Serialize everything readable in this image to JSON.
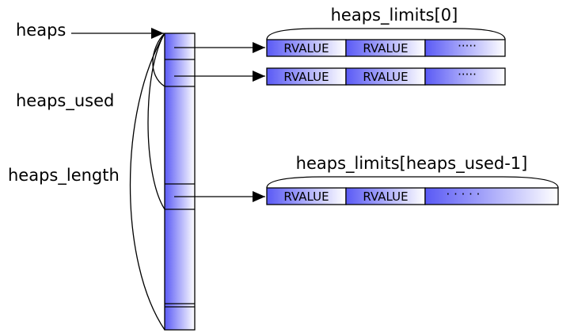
{
  "labels": {
    "heaps": "heaps",
    "heaps_used": "heaps_used",
    "heaps_length": "heaps_length"
  },
  "rows": [
    {
      "title": "heaps_limits[0]",
      "cells": [
        "RVALUE",
        "RVALUE"
      ],
      "ellipsis": "·····"
    },
    {
      "title": "",
      "cells": [
        "RVALUE",
        "RVALUE"
      ],
      "ellipsis": "·····"
    },
    {
      "title": "heaps_limits[heaps_used-1]",
      "cells": [
        "RVALUE",
        "RVALUE"
      ],
      "ellipsis": "· · · · ·"
    }
  ],
  "colors": {
    "blue": "#5a5af5",
    "light": "#ffffff",
    "line": "#000000"
  }
}
